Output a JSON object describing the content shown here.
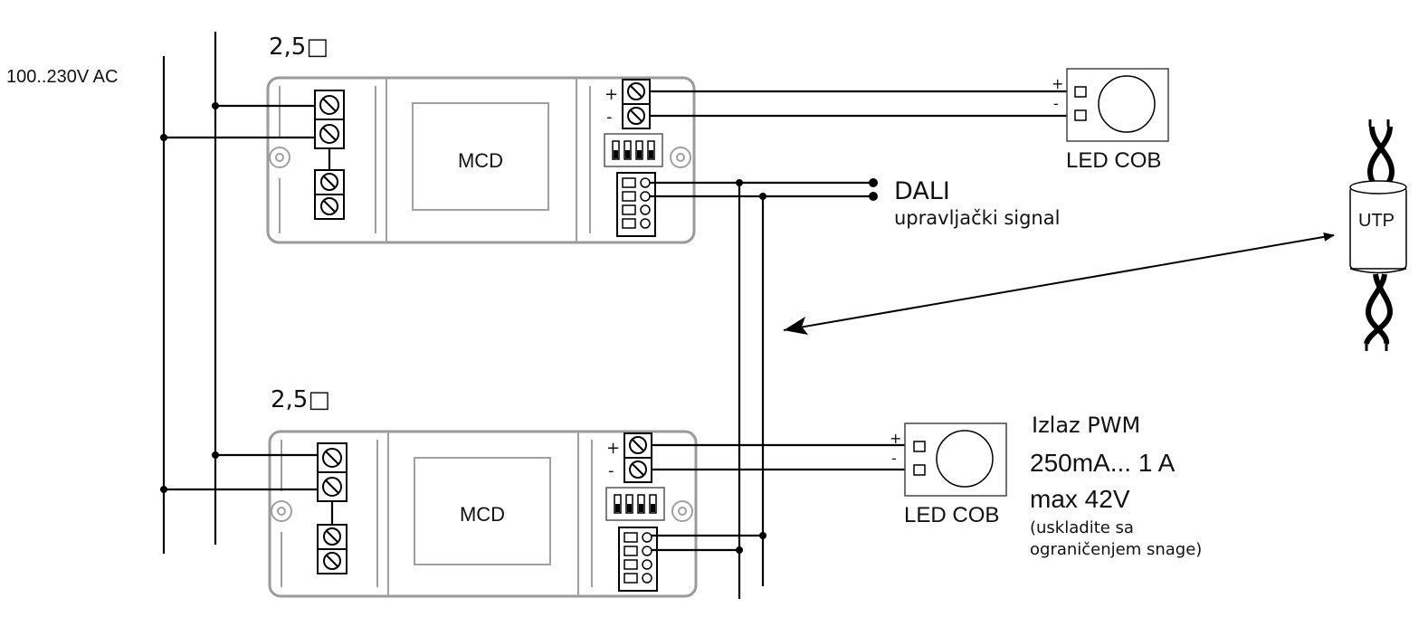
{
  "supply": {
    "label": "100..230V AC"
  },
  "drivers": [
    {
      "cable_label": "2,5□",
      "name": "MCD"
    },
    {
      "cable_label": "2,5□",
      "name": "MCD"
    }
  ],
  "terminal_signs": {
    "plus": "+",
    "minus": "-"
  },
  "leds": [
    {
      "label": "LED COB"
    },
    {
      "label": "LED COB"
    }
  ],
  "dali": {
    "title": "DALI",
    "subtitle": "upravljački signal"
  },
  "utp": {
    "label": "UTP"
  },
  "output": {
    "title": "Izlaz PWM",
    "current": "250mA... 1 A",
    "voltage": "max 42V",
    "note_line1": "(uskladite sa",
    "note_line2": "ograničenjem snage)"
  }
}
